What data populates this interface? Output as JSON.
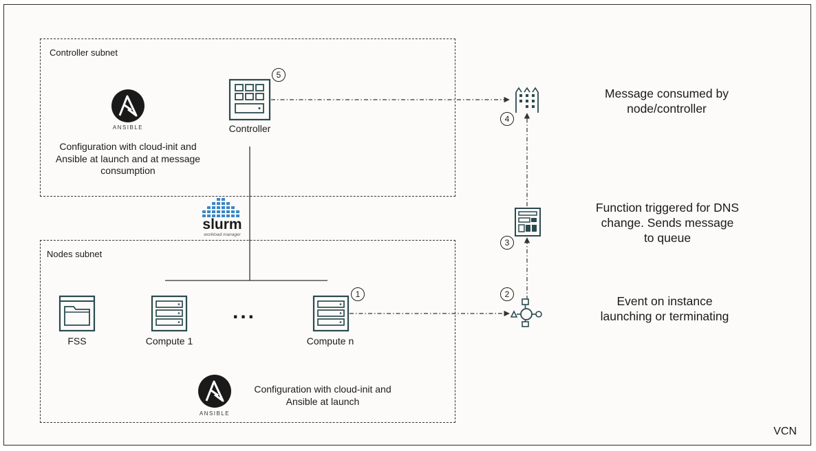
{
  "vcn": {
    "label": "VCN"
  },
  "controller_subnet": {
    "title": "Controller subnet",
    "ansible_logo_text": "ANSIBLE",
    "config_text": "Configuration with cloud-init and Ansible at launch and at message consumption",
    "controller_label": "Controller",
    "controller_badge": "5"
  },
  "slurm_logo": {
    "name": "slurm",
    "tagline": "workload manager"
  },
  "nodes_subnet": {
    "title": "Nodes subnet",
    "fss_label": "FSS",
    "compute1_label": "Compute 1",
    "ellipsis": "...",
    "computen_label": "Compute n",
    "computen_badge": "1",
    "ansible_logo_text": "ANSIBLE",
    "config_text": "Configuration with cloud-init and Ansible at launch"
  },
  "flow": {
    "event_badge": "2",
    "function_badge": "3",
    "queue_badge": "4",
    "event_text": "Event on instance launching or terminating",
    "function_text": "Function triggered for DNS change. Sends message to queue",
    "queue_text": "Message consumed by node/controller"
  },
  "colors": {
    "icon_stroke": "#2a4a4f",
    "ansible_black": "#1a1a1a",
    "slurm_blue": "#3a86c8",
    "background": "#fcfbf9"
  }
}
